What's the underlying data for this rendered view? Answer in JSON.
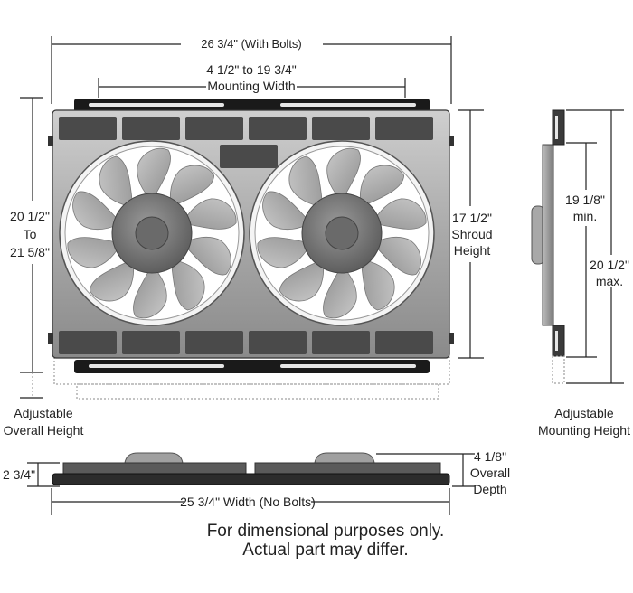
{
  "dimensions": {
    "top_overall_width": "26 3/4\" (With Bolts)",
    "mounting_width_line1": "4 1/2\" to 19 3/4\"",
    "mounting_width_line2": "Mounting Width",
    "overall_height_line1": "20 1/2\"",
    "overall_height_line2": "To",
    "overall_height_line3": "21 5/8\"",
    "adjustable_overall_line1": "Adjustable",
    "adjustable_overall_line2": "Overall Height",
    "shroud_line1": "17 1/2\"",
    "shroud_line2": "Shroud",
    "shroud_line3": "Height",
    "side_min_line1": "19 1/8\"",
    "side_min_line2": "min.",
    "side_max_line1": "20 1/2\"",
    "side_max_line2": "max.",
    "adjustable_mount_line1": "Adjustable",
    "adjustable_mount_line2": "Mounting Height",
    "depth_small": "2 3/4\"",
    "depth_line1": "4 1/8\"",
    "depth_line2": "Overall",
    "depth_line3": "Depth",
    "bottom_width": "25 3/4\" Width (No Bolts)"
  },
  "disclaimer": {
    "line1": "For dimensional purposes only.",
    "line2": "Actual part may differ."
  },
  "colors": {
    "shroud_light": "#d8d8d8",
    "shroud_dark": "#6e6e6e",
    "vent": "#4a4a4a",
    "bracket": "#1a1a1a",
    "blade": "#bdbdbd"
  }
}
